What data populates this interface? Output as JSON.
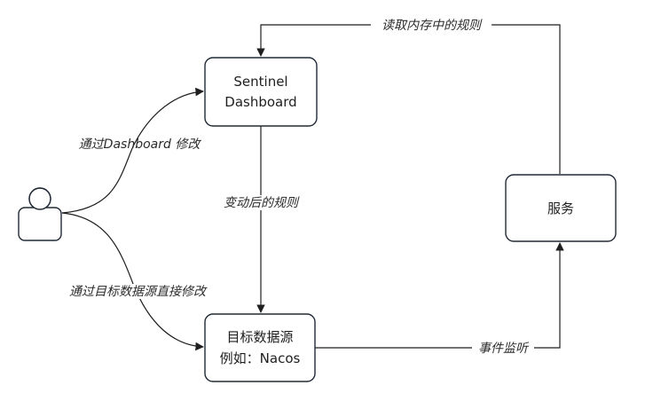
{
  "nodes": {
    "dashboard": {
      "line1": "Sentinel",
      "line2": "Dashboard"
    },
    "nacos": {
      "line1": "目标数据源",
      "line2": "例如：Nacos"
    },
    "service": {
      "label": "服务"
    }
  },
  "edges": {
    "read_rules": "读取内存中的规则",
    "via_dashboard": "通过Dashboard 修改",
    "changed_rules": "变动后的规则",
    "via_source": "通过目标数据源直接修改",
    "event_listen": "事件监听"
  },
  "colors": {
    "stroke": "#1f2a3a",
    "line": "#1f1f1f"
  },
  "icons": {
    "user": "user-icon"
  }
}
